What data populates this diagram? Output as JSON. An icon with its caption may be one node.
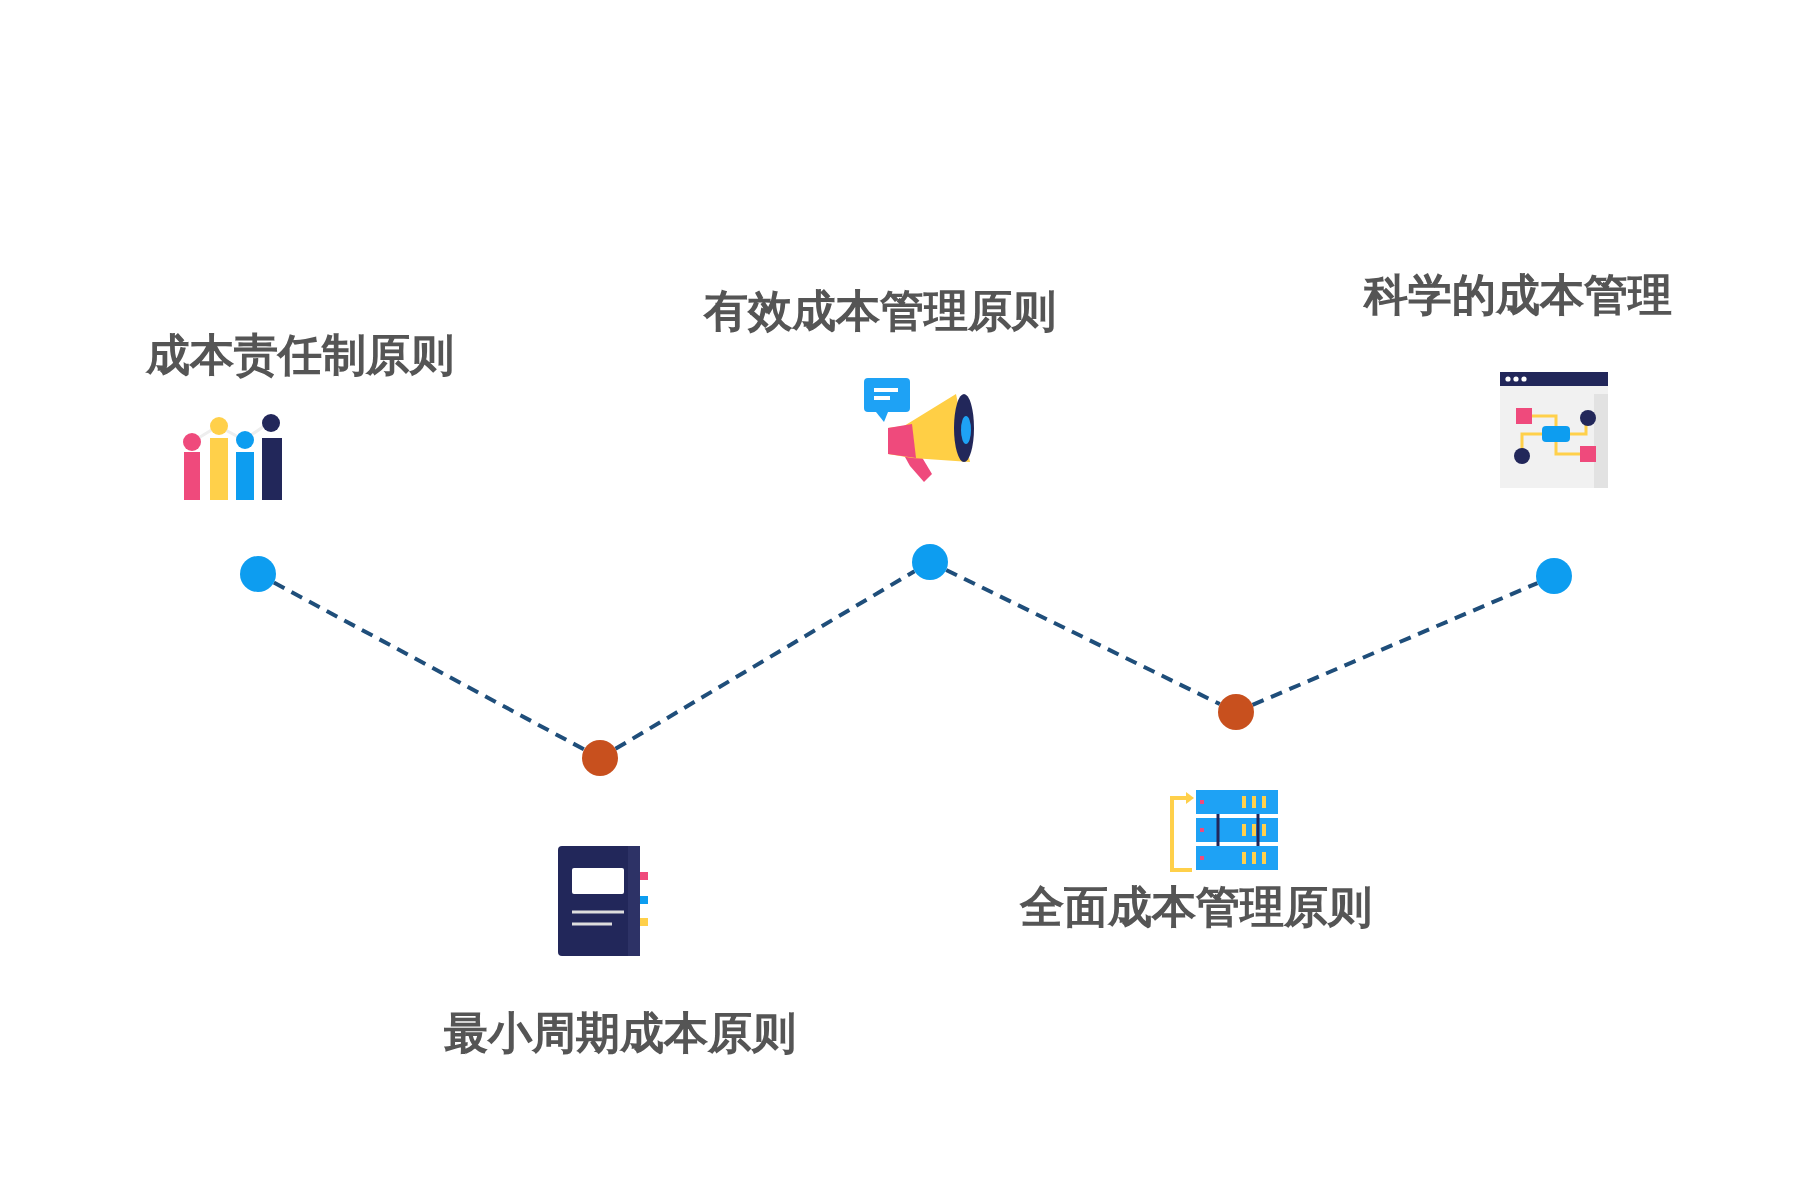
{
  "diagram": {
    "nodes": [
      {
        "text": [],
        "shape": "circle"
      },
      {
        "text": [],
        "shape": "circle"
      },
      {
        "text": [],
        "shape": "circle"
      },
      {
        "text": [],
        "shape": "circle"
      },
      {
        "text": [],
        "shape": "circle"
      }
    ],
    "edges": [
      {
        "from": 0,
        "to": 1,
        "arrow": "none",
        "style": "dashed"
      },
      {
        "from": 1,
        "to": 2,
        "arrow": "none",
        "style": "dashed"
      },
      {
        "from": 2,
        "to": 3,
        "arrow": "none",
        "style": "dashed"
      },
      {
        "from": 3,
        "to": 4,
        "arrow": "none",
        "style": "dashed"
      }
    ],
    "labels": [
      "科学的成本管理",
      "有效成本管理原则",
      "成本责任制原则",
      "全面成本管理原则",
      "最小周期成本原则"
    ]
  }
}
